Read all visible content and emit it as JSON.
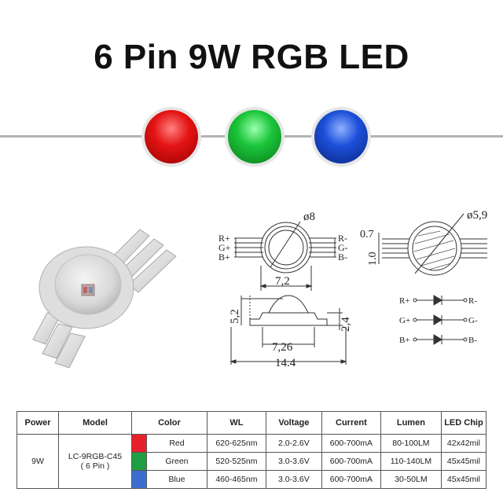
{
  "title": "6 Pin 9W RGB LED",
  "led_colors": {
    "red": "#e41414",
    "green": "#1cc53a",
    "blue": "#1c4fd9"
  },
  "diagram": {
    "pins_left": [
      "R+",
      "G+",
      "B+"
    ],
    "pins_right": [
      "R-",
      "G-",
      "B-"
    ],
    "top_diameter": "ø8",
    "top_width": "7,2",
    "side_height": "5,2",
    "side_thickness": "2,4",
    "side_inner_width": "7,26",
    "side_total_width": "14.4",
    "right_diameter": "ø5,9",
    "pin_pitch": "0.7",
    "pin_width": "1.0",
    "circuit_left": [
      "R+",
      "G+",
      "B+"
    ],
    "circuit_right": [
      "R-",
      "G-",
      "B-"
    ]
  },
  "table": {
    "headers": [
      "Power",
      "Model",
      "Color",
      "WL",
      "Voltage",
      "Current",
      "Lumen",
      "LED Chip"
    ],
    "power": "9W",
    "model_line1": "LC-9RGB-C45",
    "model_line2": "( 6 Pin )",
    "rows": [
      {
        "color": "Red",
        "swatch": "#e8202a",
        "wl": "620-625nm",
        "voltage": "2.0-2.6V",
        "current": "600-700mA",
        "lumen": "80-100LM",
        "chip": "42x42mil"
      },
      {
        "color": "Green",
        "swatch": "#1f9e45",
        "wl": "520-525nm",
        "voltage": "3.0-3.6V",
        "current": "600-700mA",
        "lumen": "110-140LM",
        "chip": "45x45mil"
      },
      {
        "color": "Blue",
        "swatch": "#3a6ecf",
        "wl": "460-465nm",
        "voltage": "3.0-3.6V",
        "current": "600-700mA",
        "lumen": "30-50LM",
        "chip": "45x45mil"
      }
    ]
  }
}
